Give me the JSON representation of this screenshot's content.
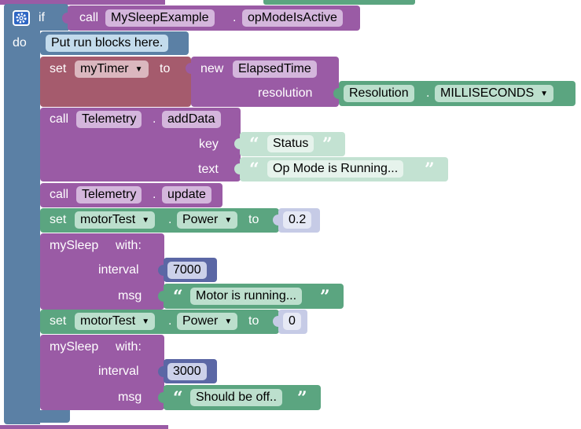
{
  "if_block": {
    "keyword_if": "if",
    "keyword_do": "do",
    "condition": {
      "call": "call",
      "class_name": "MySleepExample",
      "dot": ".",
      "method": "opModeIsActive"
    }
  },
  "comment_block": {
    "text": "Put run blocks here."
  },
  "set_timer": {
    "set": "set",
    "variable": "myTimer",
    "to": "to",
    "new": "new",
    "class_name": "ElapsedTime",
    "resolution_label": "resolution",
    "enum_class": "Resolution",
    "dot": ".",
    "enum_value": "MILLISECONDS"
  },
  "telemetry_add": {
    "call": "call",
    "object": "Telemetry",
    "dot": ".",
    "method": "addData",
    "key_label": "key",
    "key_value": "Status",
    "text_label": "text",
    "text_value": "Op Mode is Running..."
  },
  "telemetry_update": {
    "call": "call",
    "object": "Telemetry",
    "dot": ".",
    "method": "update"
  },
  "set_power_1": {
    "set": "set",
    "motor": "motorTest",
    "dot": ".",
    "property": "Power",
    "to": "to",
    "value": "0.2"
  },
  "sleep_1": {
    "name": "mySleep",
    "with": "with:",
    "interval_label": "interval",
    "interval_value": "7000",
    "msg_label": "msg",
    "msg_value": "Motor is running..."
  },
  "set_power_2": {
    "set": "set",
    "motor": "motorTest",
    "dot": ".",
    "property": "Power",
    "to": "to",
    "value": "0"
  },
  "sleep_2": {
    "name": "mySleep",
    "with": "with:",
    "interval_label": "interval",
    "interval_value": "3000",
    "msg_label": "msg",
    "msg_value": "Should be off.."
  },
  "quotes": {
    "open": "“",
    "close": "”"
  },
  "colors": {
    "control": "#5b80a5",
    "purple": "#9a5ba5",
    "purple_field": "#d4b6dc",
    "variable_red": "#a55b6d",
    "green": "#5ba580",
    "green_field": "#bcdfcd",
    "text_block": "#c3e2d2",
    "number_block": "#5b67a5",
    "number_field": "#ccd1ea",
    "comment_block": "#6a9cc0"
  }
}
